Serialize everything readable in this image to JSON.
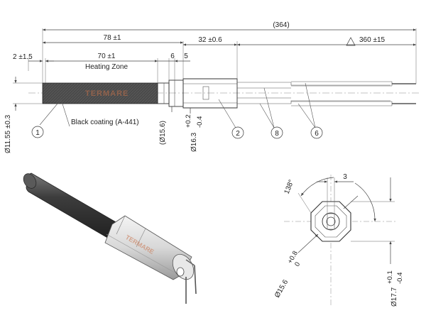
{
  "dimensions": {
    "overall_length": "(364)",
    "body_length": "78 ±1",
    "lead_offset": "2 ±1.5",
    "heating_zone_length": "70 ±1",
    "heating_zone_label": "Heating Zone",
    "gap_6": "6",
    "gap_5": "5",
    "sleeve_length": "32 ±0.6",
    "lead_length": "360 ±15",
    "diameter_body": "Ø11.55 ±0.3",
    "diameter_flange": "(Ø15.6)",
    "diameter_sleeve": "Ø16.3",
    "diameter_sleeve_tol_plus": "+0.2",
    "diameter_sleeve_tol_minus": "-0.4",
    "end_view_width": "3",
    "end_view_angle": "138°",
    "end_view_diameter": "Ø15.6",
    "end_view_diameter_tol_plus": "+0.8",
    "end_view_diameter_tol_minus": "0",
    "end_view_hex": "Ø17.7",
    "end_view_hex_tol_plus": "+0.1",
    "end_view_hex_tol_minus": "-0.4"
  },
  "callouts": {
    "coating_label": "Black coating (A-441)",
    "item_1": "1",
    "item_2": "2",
    "item_8": "8",
    "item_6": "6"
  },
  "watermark": "TERMARE",
  "colors": {
    "coating": "#4a4a4a",
    "line": "#333333",
    "watermark": "#c9724a"
  }
}
